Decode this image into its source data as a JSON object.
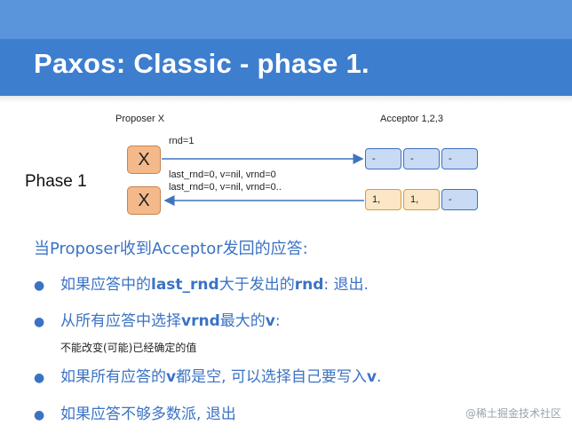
{
  "title": "Paxos: Classic - phase 1.",
  "diagram": {
    "proposer_label": "Proposer X",
    "acceptor_label": "Acceptor 1,2,3",
    "phase_label": "Phase 1",
    "proposer_node": "X",
    "request_msg": "rnd=1",
    "reply_msg_1": "last_rnd=0, v=nil, vrnd=0",
    "reply_msg_2": "last_rnd=0, v=nil, vrnd=0..",
    "acceptors_before": [
      "-",
      "-",
      "-"
    ],
    "acceptors_after": [
      "1,",
      "1,",
      "-"
    ],
    "colors": {
      "blue": "#3e73bf",
      "orange": "#d39d3f",
      "header": "#3d7ece"
    }
  },
  "body": {
    "heading": "当Proposer收到Acceptor发回的应答:",
    "b1_pre": "如果应答中的",
    "b1_bold": "last_rnd",
    "b1_mid": "大于发出的",
    "b1_bold2": "rnd",
    "b1_post": ": 退出.",
    "b2_pre": "从所有应答中选择",
    "b2_bold": "vrnd",
    "b2_mid": "最大的",
    "b2_bold2": "v",
    "b2_post": ":",
    "note": "不能改变(可能)已经确定的值",
    "b3_pre": "如果所有应答的",
    "b3_bold": "v",
    "b3_post": "都是空, 可以选择自己要写入",
    "b3_bold2": "v",
    "b3_end": ".",
    "b4": "如果应答不够多数派, 退出"
  },
  "watermark": "@稀土掘金技术社区"
}
